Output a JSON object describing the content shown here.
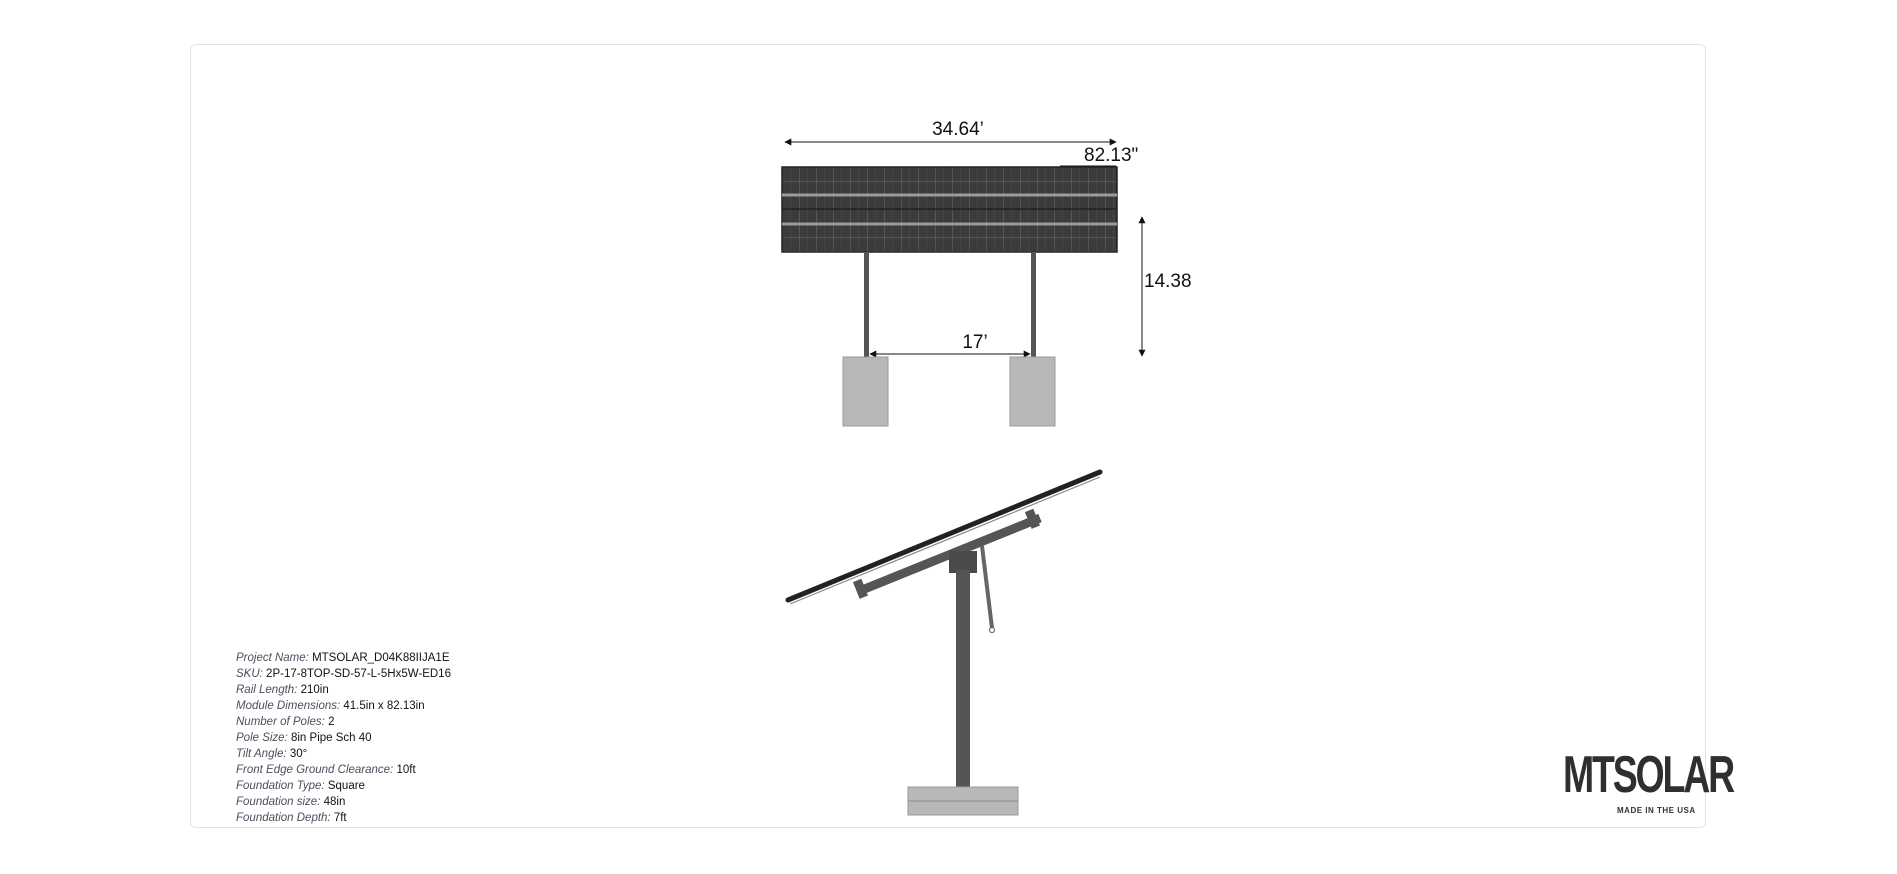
{
  "dimensions": {
    "overall_width": "34.64’",
    "module_length": "82.13\"",
    "height": "14.38",
    "pole_spacing": "17’"
  },
  "specs": [
    {
      "label": "Project Name:",
      "value": "MTSOLAR_D04K88IIJA1E"
    },
    {
      "label": "SKU:",
      "value": "2P-17-8TOP-SD-57-L-5Hx5W-ED16"
    },
    {
      "label": "Rail Length:",
      "value": "210in"
    },
    {
      "label": "Module Dimensions:",
      "value": "41.5in x 82.13in"
    },
    {
      "label": "Number of Poles:",
      "value": "2"
    },
    {
      "label": "Pole Size:",
      "value": "8in Pipe Sch 40"
    },
    {
      "label": "Tilt Angle:",
      "value": "30°"
    },
    {
      "label": "Front Edge Ground Clearance:",
      "value": "10ft"
    },
    {
      "label": "Foundation Type:",
      "value": "Square"
    },
    {
      "label": "Foundation size:",
      "value": "48in"
    },
    {
      "label": "Foundation Depth:",
      "value": "7ft"
    }
  ],
  "logo": {
    "main": "MTSOLAR",
    "tagline": "MADE IN THE USA"
  },
  "colors": {
    "panel": "#3a3a3a",
    "panel_grid": "#8a8a8a",
    "steel": "#555555",
    "concrete": "#b8b8b8",
    "label": "#4a4f5c"
  }
}
